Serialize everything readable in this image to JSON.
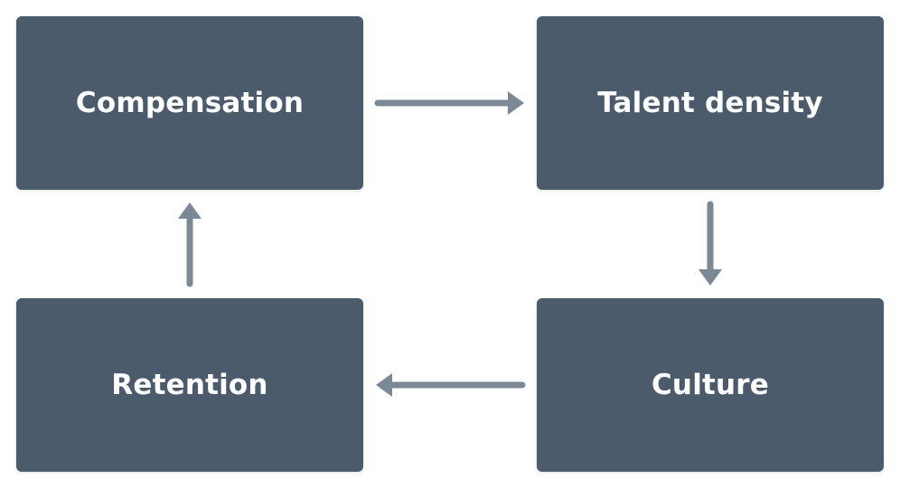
{
  "colors": {
    "box_fill": "#4b5b6b",
    "box_text": "#ffffff",
    "arrow": "#7b8896",
    "background": "#ffffff"
  },
  "nodes": {
    "compensation": "Compensation",
    "talent_density": "Talent density",
    "retention": "Retention",
    "culture": "Culture"
  },
  "edges": [
    {
      "from": "Compensation",
      "to": "Talent density"
    },
    {
      "from": "Talent density",
      "to": "Culture"
    },
    {
      "from": "Culture",
      "to": "Retention"
    },
    {
      "from": "Retention",
      "to": "Compensation"
    }
  ]
}
